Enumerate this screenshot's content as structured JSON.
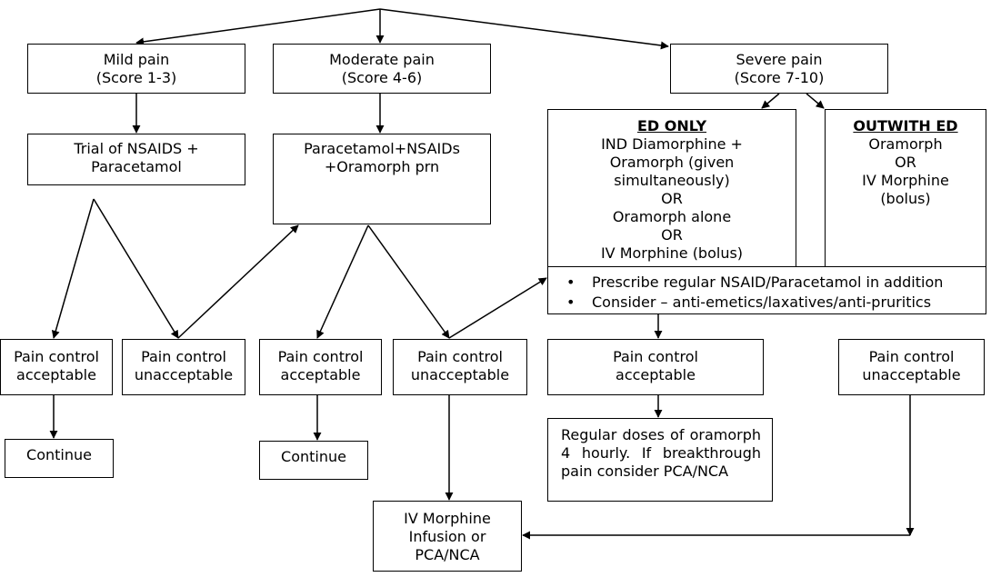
{
  "severity": {
    "mild": {
      "line1": "Mild pain",
      "line2": "(Score 1-3)"
    },
    "moderate": {
      "line1": "Moderate pain",
      "line2": "(Score 4-6)"
    },
    "severe": {
      "line1": "Severe pain",
      "line2": "(Score 7-10)"
    }
  },
  "mild_treatment": {
    "line1": "Trial of NSAIDS +",
    "line2": "Paracetamol"
  },
  "moderate_treatment": {
    "line1": "Paracetamol+NSAIDs",
    "line2": "+Oramorph prn"
  },
  "ed_only": {
    "heading": "ED ONLY",
    "lines": [
      "IND Diamorphine +",
      "Oramorph (given",
      "simultaneously)",
      "OR",
      "Oramorph alone",
      "OR",
      "IV Morphine (bolus)"
    ]
  },
  "outwith_ed": {
    "heading": "OUTWITH ED",
    "lines": [
      "Oramorph",
      "OR",
      "IV Morphine",
      "(bolus)"
    ]
  },
  "prescribe": {
    "items": [
      "Prescribe regular NSAID/Paracetamol in addition",
      "Consider – anti-emetics/laxatives/anti-pruritics"
    ]
  },
  "outcomes": {
    "acceptable": {
      "line1": "Pain control",
      "line2": "acceptable"
    },
    "unacceptable": {
      "line1": "Pain control",
      "line2": "unacceptable"
    }
  },
  "continue_label": "Continue",
  "regular_doses": "Regular doses of oramorph 4 hourly. If breakthrough pain consider PCA/NCA",
  "iv_morphine": {
    "line1": "IV Morphine",
    "line2": "Infusion or",
    "line3": "PCA/NCA"
  }
}
